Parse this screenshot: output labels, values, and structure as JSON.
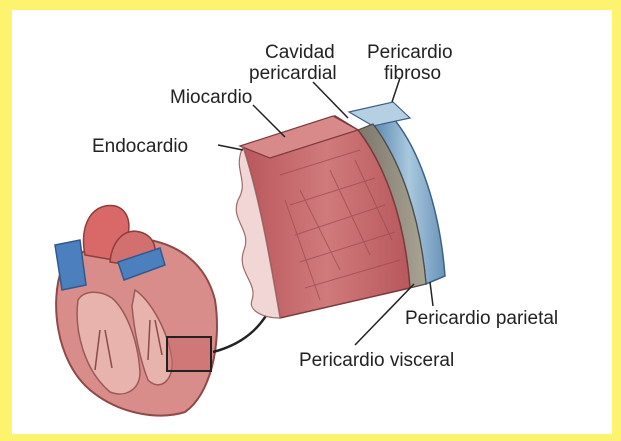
{
  "labels": {
    "cavidad_line1": "Cavidad",
    "cavidad_line2": "pericardial",
    "fibroso_line1": "Pericardio",
    "fibroso_line2": "fibroso",
    "miocardio": "Miocardio",
    "endocardio": "Endocardio",
    "parietal": "Pericardio parietal",
    "visceral": "Pericardio visceral"
  },
  "colors": {
    "border": "#fdf36e",
    "muscle": "#cf7b7b",
    "muscle_dark": "#a94f52",
    "endocardium": "#f1d6d6",
    "visceral_layer": "#9a9486",
    "fibrous_layer": "#8fb4cf",
    "vessel_blue": "#4b7fbd",
    "vessel_red": "#cf5a5a",
    "label_text": "#222222"
  }
}
